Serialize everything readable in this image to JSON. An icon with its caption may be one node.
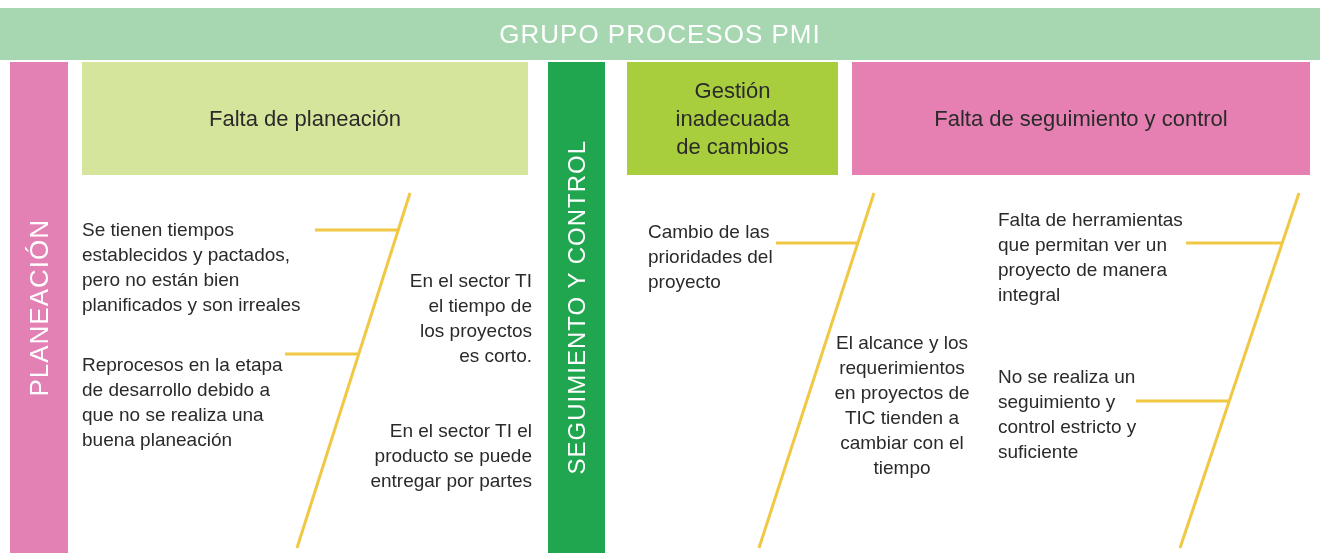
{
  "diagram": {
    "nodes": [
      {
        "text": [
          "GRUPO PROCESOS PMI"
        ]
      },
      {
        "text": [
          "PLANEACIÓN"
        ]
      },
      {
        "text": [
          "Falta de planeación"
        ]
      },
      {
        "text": [
          "SEGUIMIENTO Y CONTROL"
        ]
      },
      {
        "text": [
          "Gestión inadecuada de cambios"
        ]
      },
      {
        "text": [
          "Falta de seguimiento y control"
        ]
      },
      {
        "text": [
          "Se tienen tiempos establecidos y pactados, pero no están bien planificados y son irreales"
        ]
      },
      {
        "text": [
          "Reprocesos en la etapa de desarrollo debido a que no se realiza una buena planeación"
        ]
      },
      {
        "text": [
          "Cambio de las prioridades del proyecto"
        ]
      },
      {
        "text": [
          "Falta de herramientas que permitan ver un proyecto de manera integral"
        ]
      },
      {
        "text": [
          "No se realiza un seguimiento y control estricto y suficiente"
        ]
      },
      {
        "text": [],
        "shape": "line"
      },
      {
        "text": [],
        "shape": "line"
      },
      {
        "text": [],
        "shape": "line"
      }
    ],
    "edges": [
      {
        "from": 6,
        "to": 11,
        "arrow": "none"
      },
      {
        "from": 7,
        "to": 11,
        "arrow": "none"
      },
      {
        "from": 8,
        "to": 12,
        "arrow": "none"
      },
      {
        "from": 9,
        "to": 13,
        "arrow": "none"
      },
      {
        "from": 10,
        "to": 13,
        "arrow": "none"
      }
    ],
    "labels": [
      "En el sector TI el tiempo de los proyectos es corto.",
      "En el sector TI el producto se puede entregar por partes",
      "El alcance y los requerimientos en proyectos de TIC tienden a cambiar con el tiempo"
    ]
  }
}
